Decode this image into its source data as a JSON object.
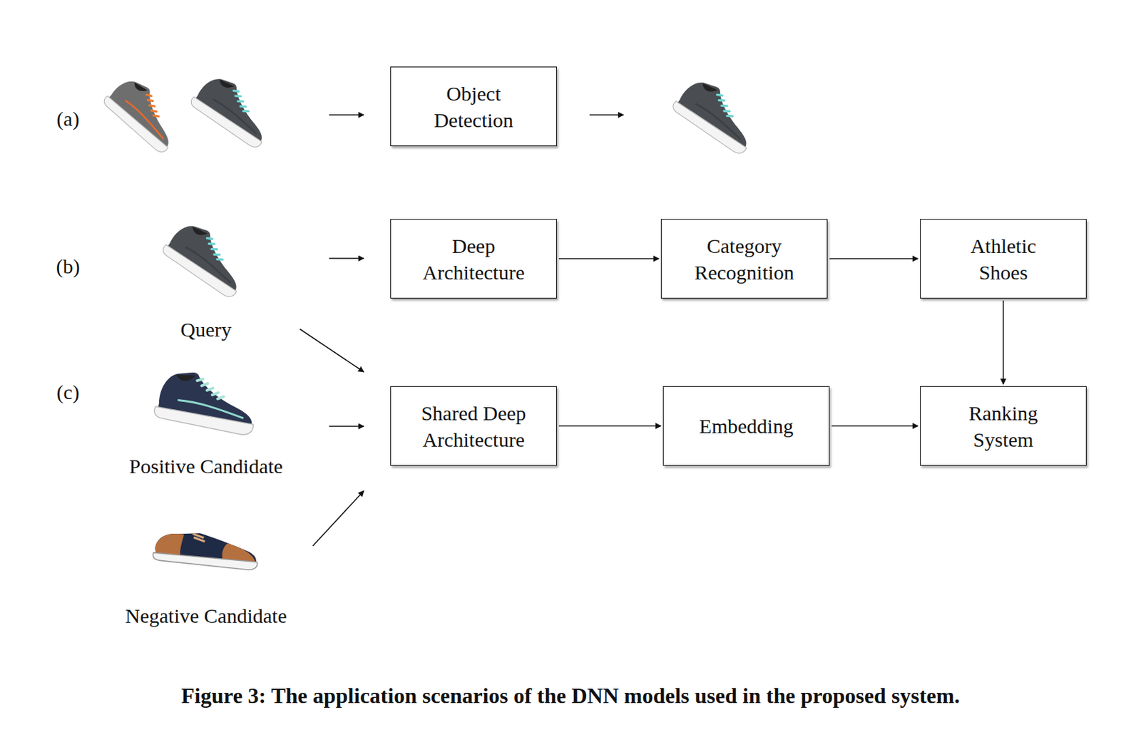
{
  "diagram": {
    "caption": "Figure 3: The application scenarios of the DNN models used in the proposed system.",
    "nodes": [
      {
        "text": [
          "Object Detection"
        ]
      },
      {
        "text": [
          "Deep Architecture"
        ]
      },
      {
        "text": [
          "Category Recognition"
        ]
      },
      {
        "text": [
          "Athletic Shoes"
        ]
      },
      {
        "text": [
          "Shared Deep Architecture"
        ]
      },
      {
        "text": [
          "Embedding"
        ]
      },
      {
        "text": [
          "Ranking System"
        ]
      }
    ],
    "edges": [
      {
        "from": 1,
        "to": 2,
        "arrow": "to"
      },
      {
        "from": 2,
        "to": 3,
        "arrow": "to"
      },
      {
        "from": 3,
        "to": 6,
        "arrow": "to"
      },
      {
        "from": 4,
        "to": 5,
        "arrow": "to"
      },
      {
        "from": 5,
        "to": 6,
        "arrow": "to"
      }
    ],
    "labels": [
      "(a)",
      "(b)",
      "(c)",
      "Query",
      "Positive Candidate",
      "Negative Candidate"
    ]
  }
}
